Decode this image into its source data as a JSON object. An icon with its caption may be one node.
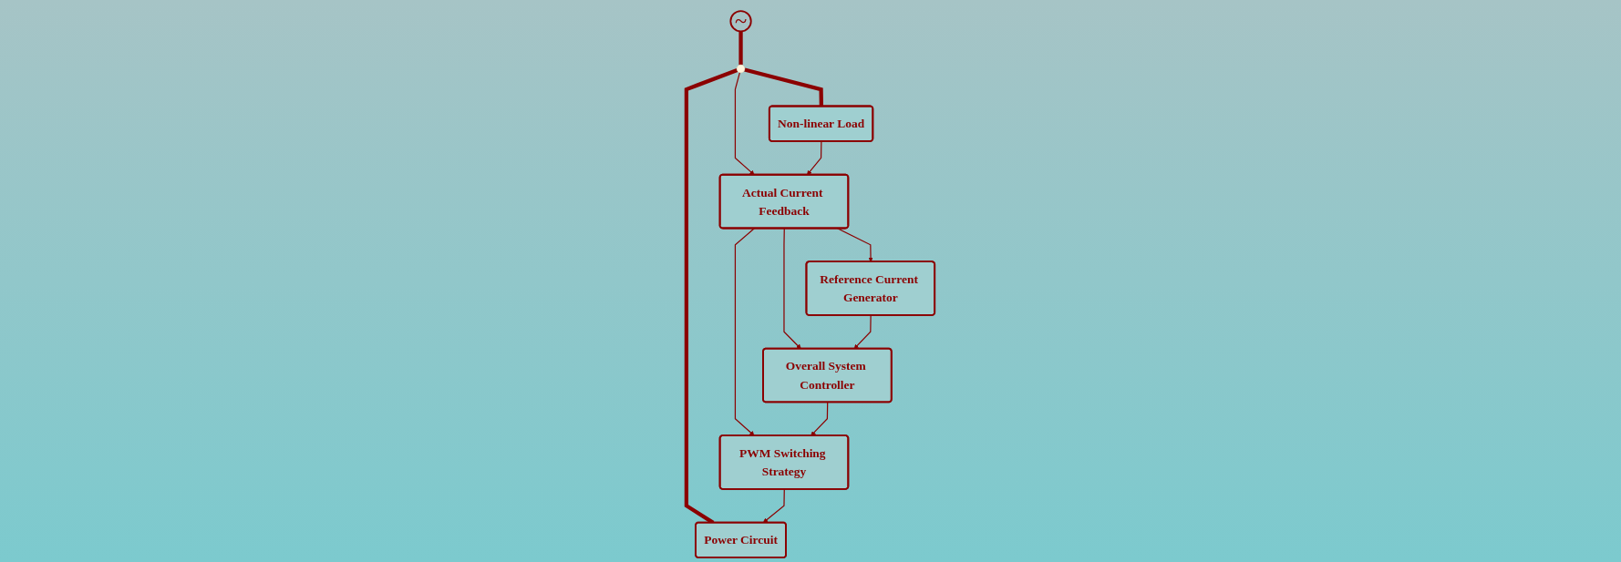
{
  "diagram": {
    "nodes": [
      {
        "text": [
          "~"
        ]
      },
      {
        "text": [],
        "shape": "circle"
      },
      {
        "text": [
          "Non-linear Load"
        ]
      },
      {
        "text": [
          "Power Circuit"
        ]
      },
      {
        "text": [
          "Actual Current Feedback"
        ]
      },
      {
        "text": [
          "PWM Switching Strategy"
        ]
      },
      {
        "text": [
          "Overall System Controller"
        ]
      },
      {
        "text": [
          "Reference Current Generator"
        ]
      }
    ],
    "edges": [
      {
        "from": 0,
        "to": 1,
        "arrow": "none",
        "style": "thick"
      },
      {
        "from": 1,
        "to": 2,
        "arrow": "none",
        "style": "thick"
      },
      {
        "from": 1,
        "to": 3,
        "arrow": "none",
        "style": "thick"
      },
      {
        "from": 1,
        "to": 4,
        "arrow": "to"
      },
      {
        "from": 2,
        "to": 4,
        "arrow": "to"
      },
      {
        "from": 4,
        "to": 7,
        "arrow": "to"
      },
      {
        "from": 4,
        "to": 6,
        "arrow": "to"
      },
      {
        "from": 4,
        "to": 5,
        "arrow": "to"
      },
      {
        "from": 7,
        "to": 6,
        "arrow": "to"
      },
      {
        "from": 6,
        "to": 5,
        "arrow": "to"
      },
      {
        "from": 5,
        "to": 3,
        "arrow": "to"
      }
    ]
  }
}
